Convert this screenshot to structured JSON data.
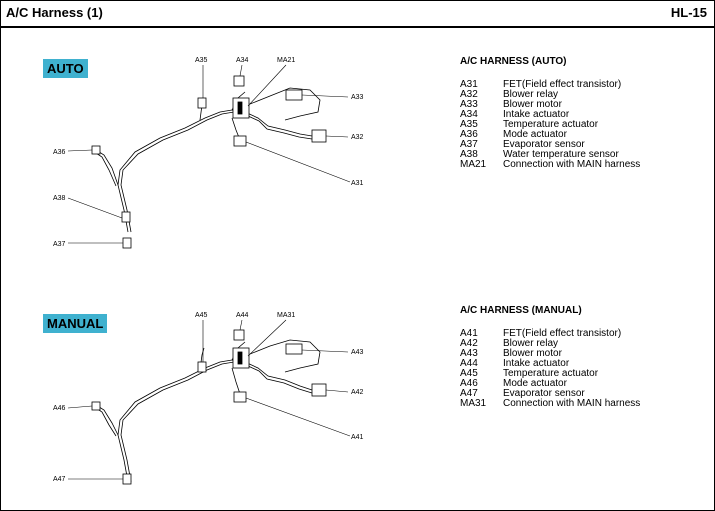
{
  "header": {
    "title": "A/C Harness (1)",
    "page": "HL-15"
  },
  "auto": {
    "badge": "AUTO",
    "labels": {
      "a35": "A35",
      "a34": "A34",
      "ma21": "MA21",
      "a33": "A33",
      "a32": "A32",
      "a31": "A31",
      "a36": "A36",
      "a38": "A38",
      "a37": "A37"
    },
    "legend": {
      "title": "A/C HARNESS (AUTO)",
      "items": [
        {
          "code": "A31",
          "desc": "FET(Field effect transistor)"
        },
        {
          "code": "A32",
          "desc": "Blower relay"
        },
        {
          "code": "A33",
          "desc": "Blower motor"
        },
        {
          "code": "A34",
          "desc": "Intake actuator"
        },
        {
          "code": "A35",
          "desc": "Temperature actuator"
        },
        {
          "code": "A36",
          "desc": "Mode actuator"
        },
        {
          "code": "A37",
          "desc": "Evaporator sensor"
        },
        {
          "code": "A38",
          "desc": "Water temperature sensor"
        },
        {
          "code": "MA21",
          "desc": "Connection with MAIN harness"
        }
      ]
    }
  },
  "manual": {
    "badge": "MANUAL",
    "labels": {
      "a45": "A45",
      "a44": "A44",
      "ma31": "MA31",
      "a43": "A43",
      "a42": "A42",
      "a41": "A41",
      "a46": "A46",
      "a47": "A47"
    },
    "legend": {
      "title": "A/C HARNESS (MANUAL)",
      "items": [
        {
          "code": "A41",
          "desc": "FET(Field effect transistor)"
        },
        {
          "code": "A42",
          "desc": "Blower relay"
        },
        {
          "code": "A43",
          "desc": "Blower motor"
        },
        {
          "code": "A44",
          "desc": "Intake actuator"
        },
        {
          "code": "A45",
          "desc": "Temperature actuator"
        },
        {
          "code": "A46",
          "desc": "Mode actuator"
        },
        {
          "code": "A47",
          "desc": "Evaporator sensor"
        },
        {
          "code": "MA31",
          "desc": "Connection with MAIN harness"
        }
      ]
    }
  }
}
